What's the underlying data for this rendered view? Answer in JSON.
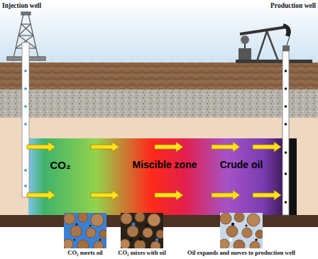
{
  "diagram": {
    "nodes": [
      {
        "text": [
          "CO₂",
          "Miscible zone",
          "Crude oil"
        ]
      },
      {
        "text": [
          "CO₂ meets oil"
        ]
      },
      {
        "text": [
          "CO₂ mixes with oil"
        ]
      },
      {
        "text": [
          "Oil expands and moves to production well"
        ]
      }
    ],
    "labels": [
      "Injection well",
      "Production well"
    ]
  }
}
